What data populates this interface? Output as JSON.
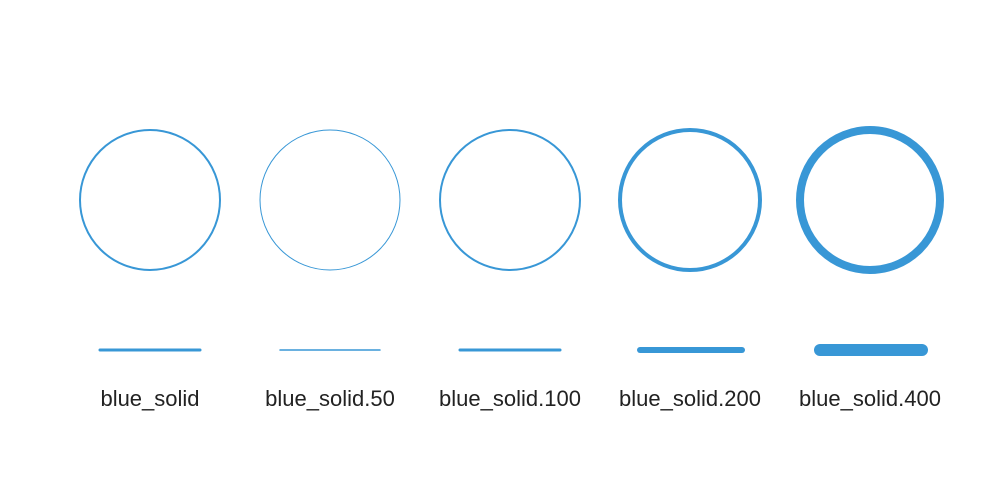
{
  "stroke_color": "#3897d6",
  "label_color": "#222222",
  "samples": [
    {
      "label": "blue_solid",
      "weight": 1.0
    },
    {
      "label": "blue_solid.50",
      "weight": 0.5
    },
    {
      "label": "blue_solid.100",
      "weight": 1.0
    },
    {
      "label": "blue_solid.200",
      "weight": 2.0
    },
    {
      "label": "blue_solid.400",
      "weight": 4.0
    }
  ]
}
